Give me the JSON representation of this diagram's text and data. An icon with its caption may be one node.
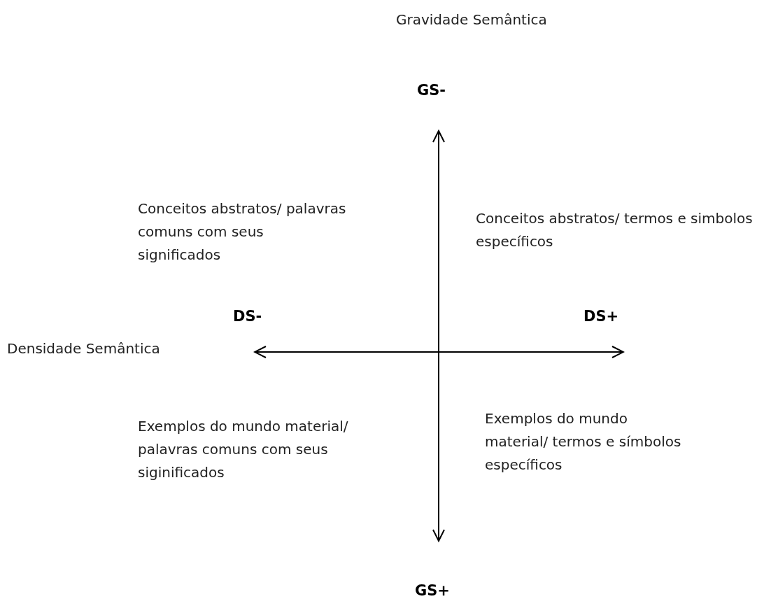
{
  "diagram": {
    "labels": [
      "Gravidade Semântica",
      "GS-",
      "Conceitos abstratos/ palavras comuns com seus significados",
      "Conceitos abstratos/ termos e simbolos específicos",
      "DS-",
      "DS+",
      "Densidade Semântica",
      "Exemplos do mundo material/ palavras comuns com seus siginificados",
      "Exemplos do mundo material/ termos e símbolos específicos",
      "GS+"
    ]
  }
}
